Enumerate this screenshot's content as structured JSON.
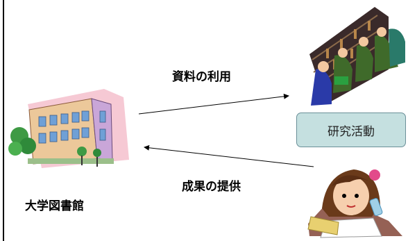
{
  "library_label": "大学図書館",
  "usage_label": "資料の利用",
  "results_label": "成果の提供",
  "research_box_label": "研究活動",
  "colors": {
    "research_box_fill": "#c5e0e0",
    "research_box_border": "#6a8f98"
  }
}
